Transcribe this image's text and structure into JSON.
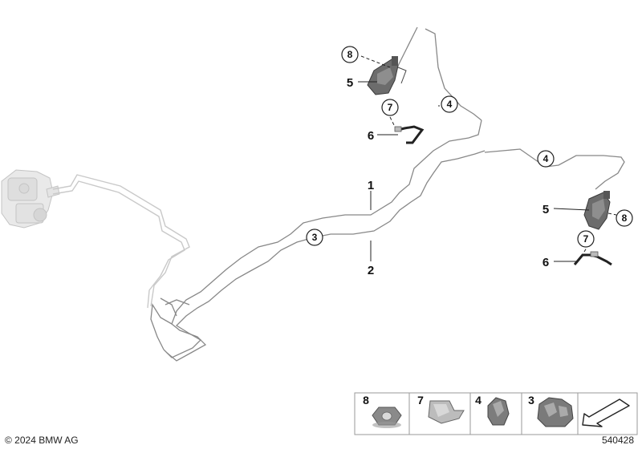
{
  "callouts_circled": [
    {
      "id": "c8-top",
      "num": "8"
    },
    {
      "id": "c7-top",
      "num": "7"
    },
    {
      "id": "c4-top",
      "num": "4"
    },
    {
      "id": "c4-right",
      "num": "4"
    },
    {
      "id": "c3",
      "num": "3"
    },
    {
      "id": "c8-right",
      "num": "8"
    },
    {
      "id": "c7-right",
      "num": "7"
    }
  ],
  "callouts_plain": [
    {
      "id": "l5-top",
      "num": "5"
    },
    {
      "id": "l6-top",
      "num": "6"
    },
    {
      "id": "l1",
      "num": "1"
    },
    {
      "id": "l2",
      "num": "2"
    },
    {
      "id": "l5-right",
      "num": "5"
    },
    {
      "id": "l6-right",
      "num": "6"
    }
  ],
  "parts_tray": [
    {
      "num": "8",
      "icon": "flange-nut-icon"
    },
    {
      "num": "7",
      "icon": "bracket-clip-icon"
    },
    {
      "num": "4",
      "icon": "single-line-clip-icon"
    },
    {
      "num": "3",
      "icon": "double-line-clip-icon"
    },
    {
      "num": "",
      "icon": "direction-arrow-icon"
    }
  ],
  "footer": {
    "copyright": "© 2024 BMW AG",
    "diagram_number": "540428"
  }
}
